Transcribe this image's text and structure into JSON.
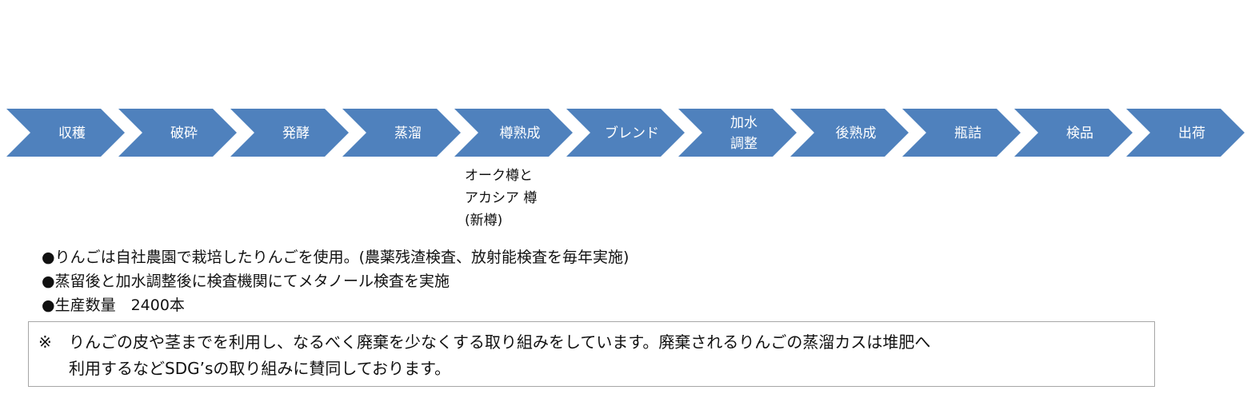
{
  "colors": {
    "chevron_fill": "#4f81bd",
    "chevron_text": "#ffffff",
    "box_border": "#a6a6a6"
  },
  "process_steps": [
    {
      "lines": [
        "収穫"
      ]
    },
    {
      "lines": [
        "破砕"
      ]
    },
    {
      "lines": [
        "発酵"
      ]
    },
    {
      "lines": [
        "蒸溜"
      ]
    },
    {
      "lines": [
        "樽熟成"
      ]
    },
    {
      "lines": [
        "ブレンド"
      ]
    },
    {
      "lines": [
        "加水",
        "調整"
      ]
    },
    {
      "lines": [
        "後熟成"
      ]
    },
    {
      "lines": [
        "瓶詰"
      ]
    },
    {
      "lines": [
        "検品"
      ]
    },
    {
      "lines": [
        "出荷"
      ]
    }
  ],
  "barrel_note": {
    "line1": "オーク樽と",
    "line2": "アカシア 樽",
    "line3": "(新樽)"
  },
  "bullets": [
    "●りんごは自社農園で栽培したりんごを使用。(農薬残渣検査、放射能検査を毎年実施)",
    "●蒸留後と加水調整後に検査機関にてメタノール検査を実施",
    "●生産数量　2400本"
  ],
  "note_box": {
    "mark": "※",
    "line1": "りんごの皮や茎までを利用し、なるべく廃棄を少なくする取り組みをしています。廃棄されるりんごの蒸溜カスは堆肥へ",
    "line2": "利用するなどSDG’sの取り組みに賛同しております。"
  }
}
